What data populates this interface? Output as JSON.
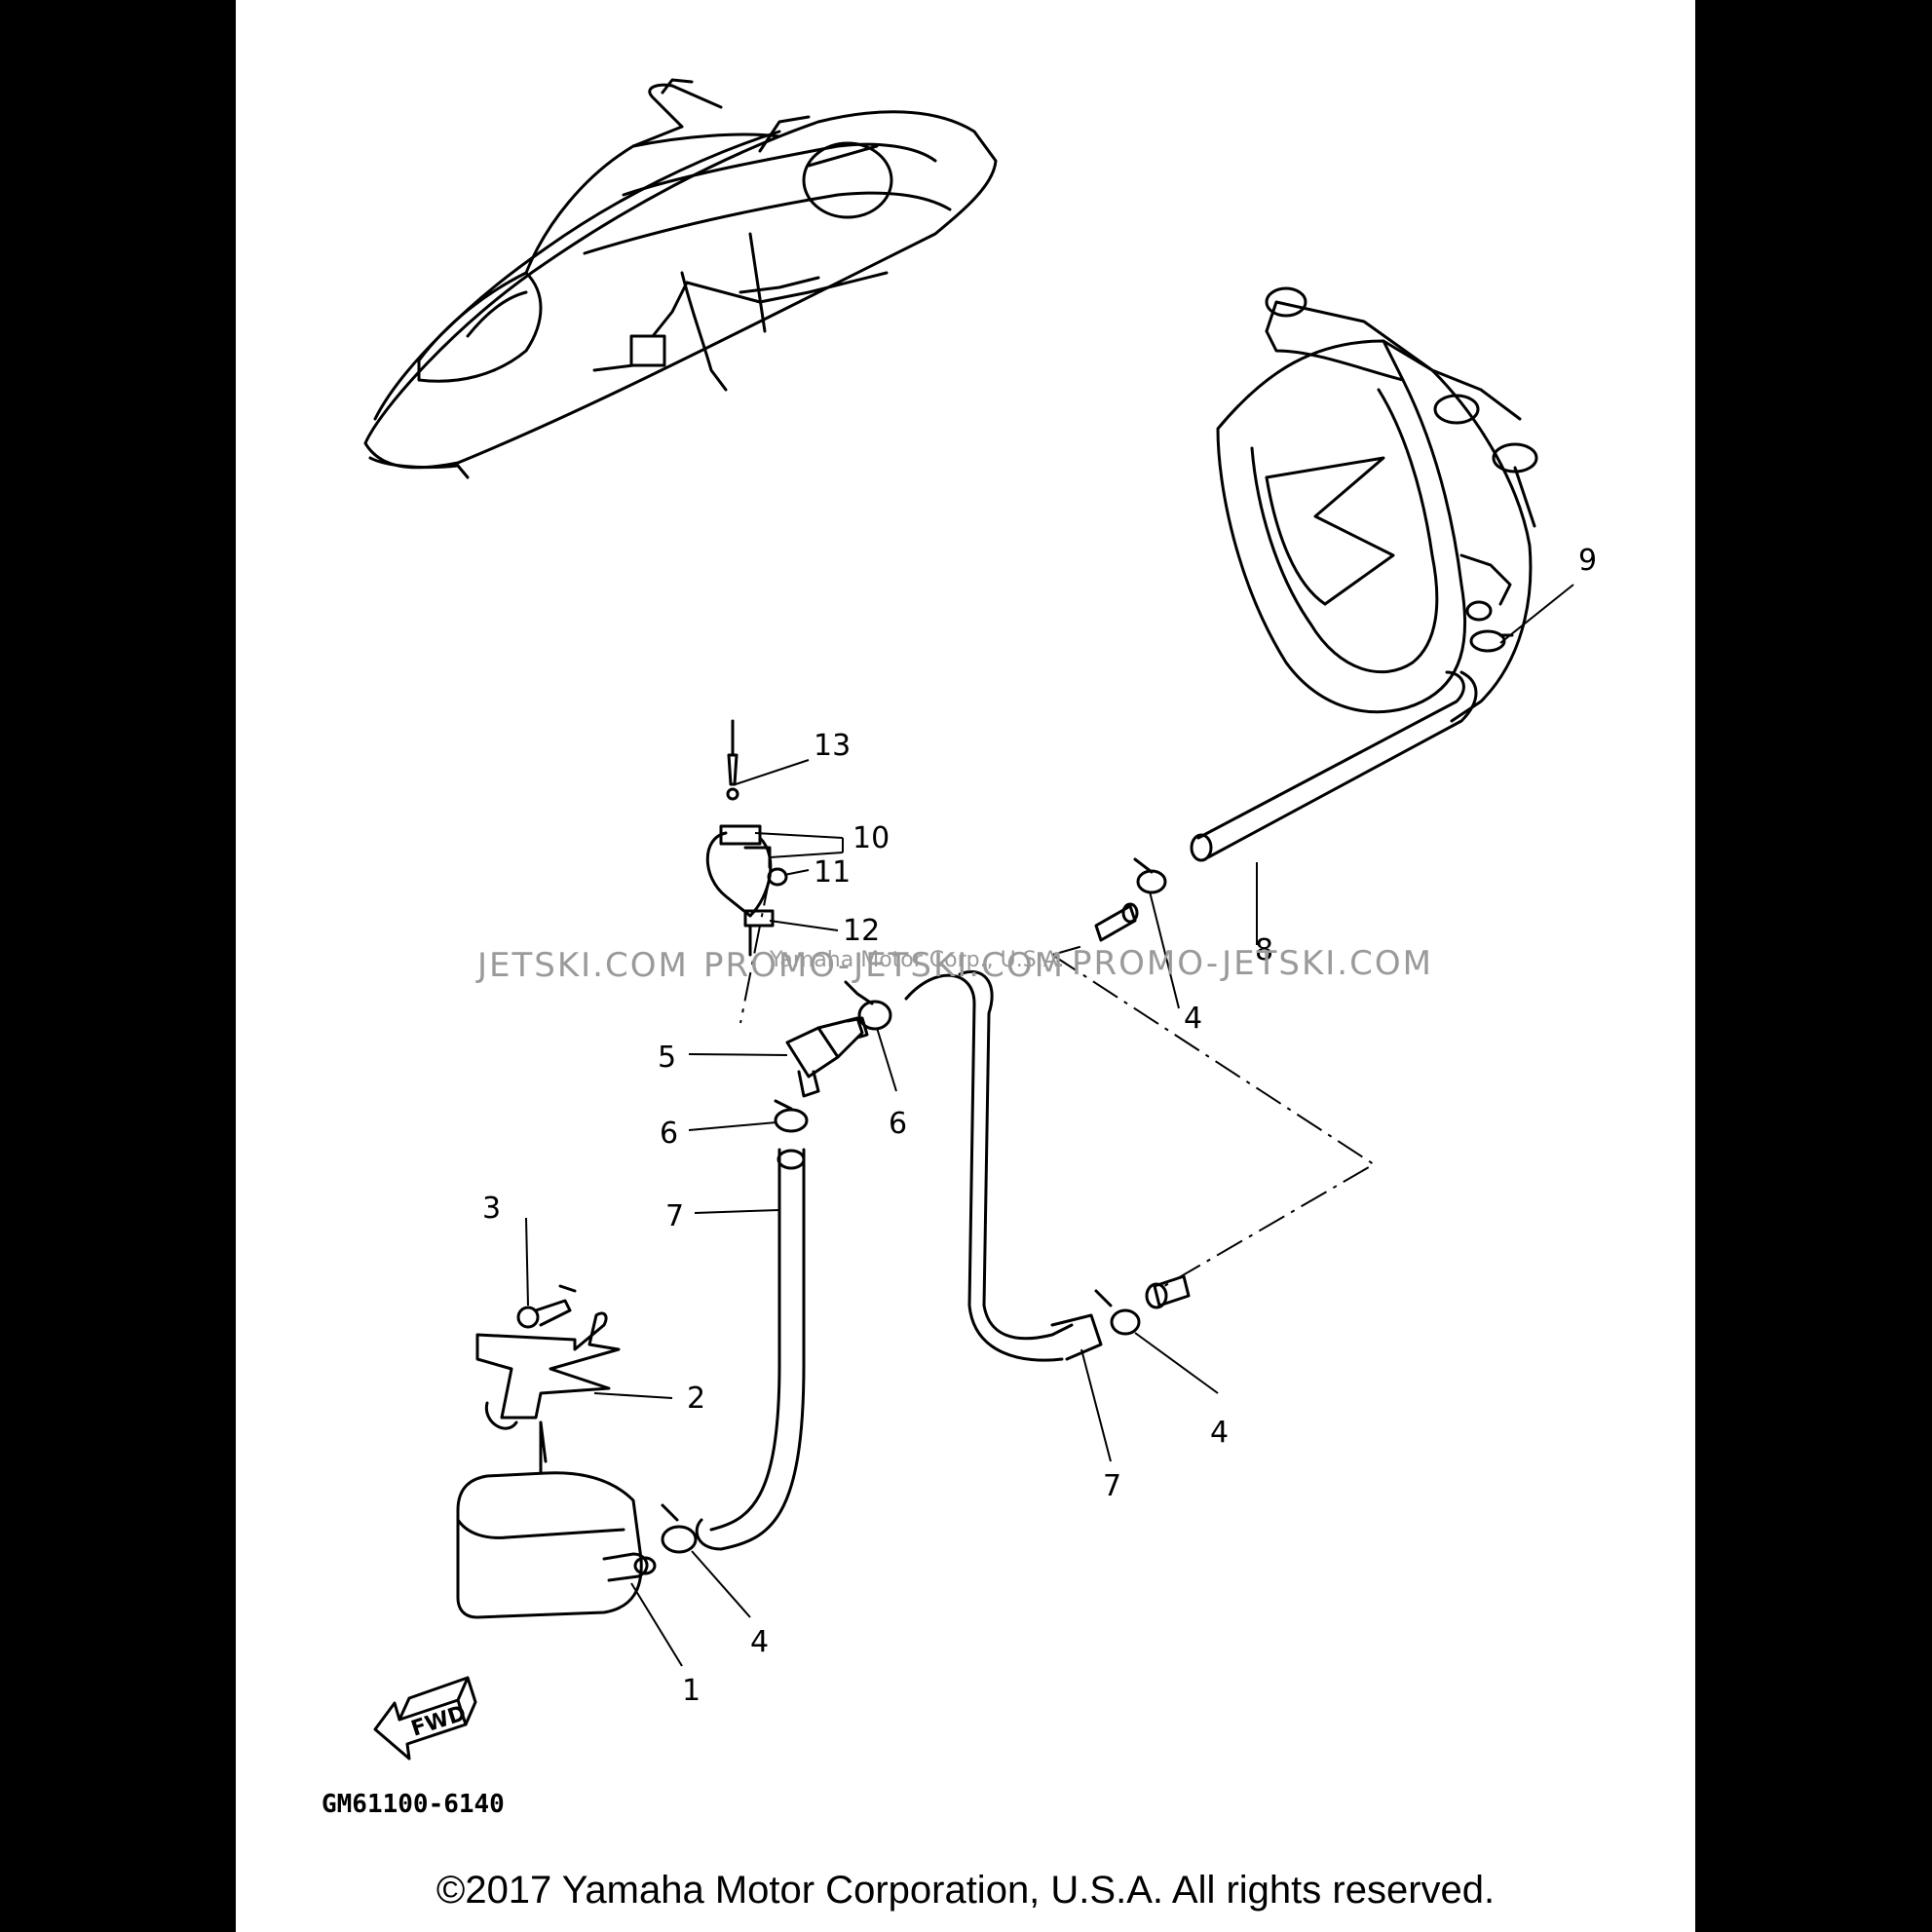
{
  "callouts": {
    "c1": "1",
    "c2": "2",
    "c3": "3",
    "c4a": "4",
    "c4b": "4",
    "c4c": "4",
    "c5": "5",
    "c6a": "6",
    "c6b": "6",
    "c7a": "7",
    "c7b": "7",
    "c8": "8",
    "c9": "9",
    "c10": "10",
    "c11": "11",
    "c12": "12",
    "c13": "13"
  },
  "fwd_label": "FWD",
  "diagram_code": "GM61100-6140",
  "watermark": {
    "left": "JETSKI.COM",
    "middle": "PROMO-JETSKI.COM",
    "right": "PROMO-JETSKI.COM",
    "overlay": "Yamaha Motor Corp., U.S.A."
  },
  "copyright": "©2017 Yamaha Motor Corporation, U.S.A. All rights reserved."
}
